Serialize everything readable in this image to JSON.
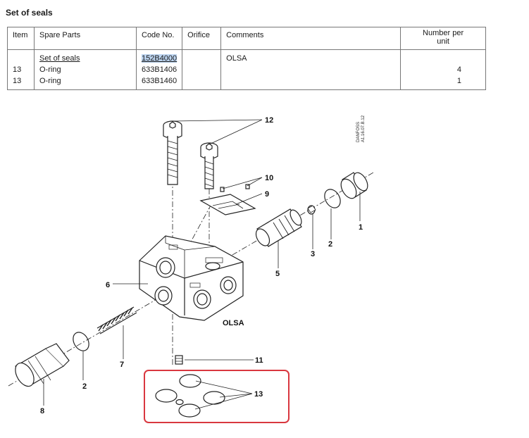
{
  "page": {
    "title": "Set of seals"
  },
  "table": {
    "headers": {
      "item": "Item",
      "spare_parts": "Spare Parts",
      "code_no": "Code No.",
      "orifice": "Orifice",
      "comments": "Comments",
      "number_per_unit_line1": "Number per",
      "number_per_unit_line2": "unit"
    },
    "rows": [
      {
        "item": "",
        "spare_part": "Set of seals",
        "code": "152B4000",
        "orifice": "",
        "comment": "OLSA",
        "qty": ""
      },
      {
        "item": "13",
        "spare_part": "O-ring",
        "code": "633B1406",
        "orifice": "",
        "comment": "",
        "qty": "4"
      },
      {
        "item": "13",
        "spare_part": "O-ring",
        "code": "633B1460",
        "orifice": "",
        "comment": "",
        "qty": "1"
      }
    ]
  },
  "diagram": {
    "body_text": "OLSA",
    "side_text_line1": "DANFOSS",
    "side_text_line2": "A1.16.07.B.12",
    "callouts": [
      "1",
      "2",
      "2",
      "3",
      "5",
      "6",
      "7",
      "8",
      "9",
      "10",
      "11",
      "12",
      "13"
    ],
    "highlight_color": "#d9373f"
  }
}
